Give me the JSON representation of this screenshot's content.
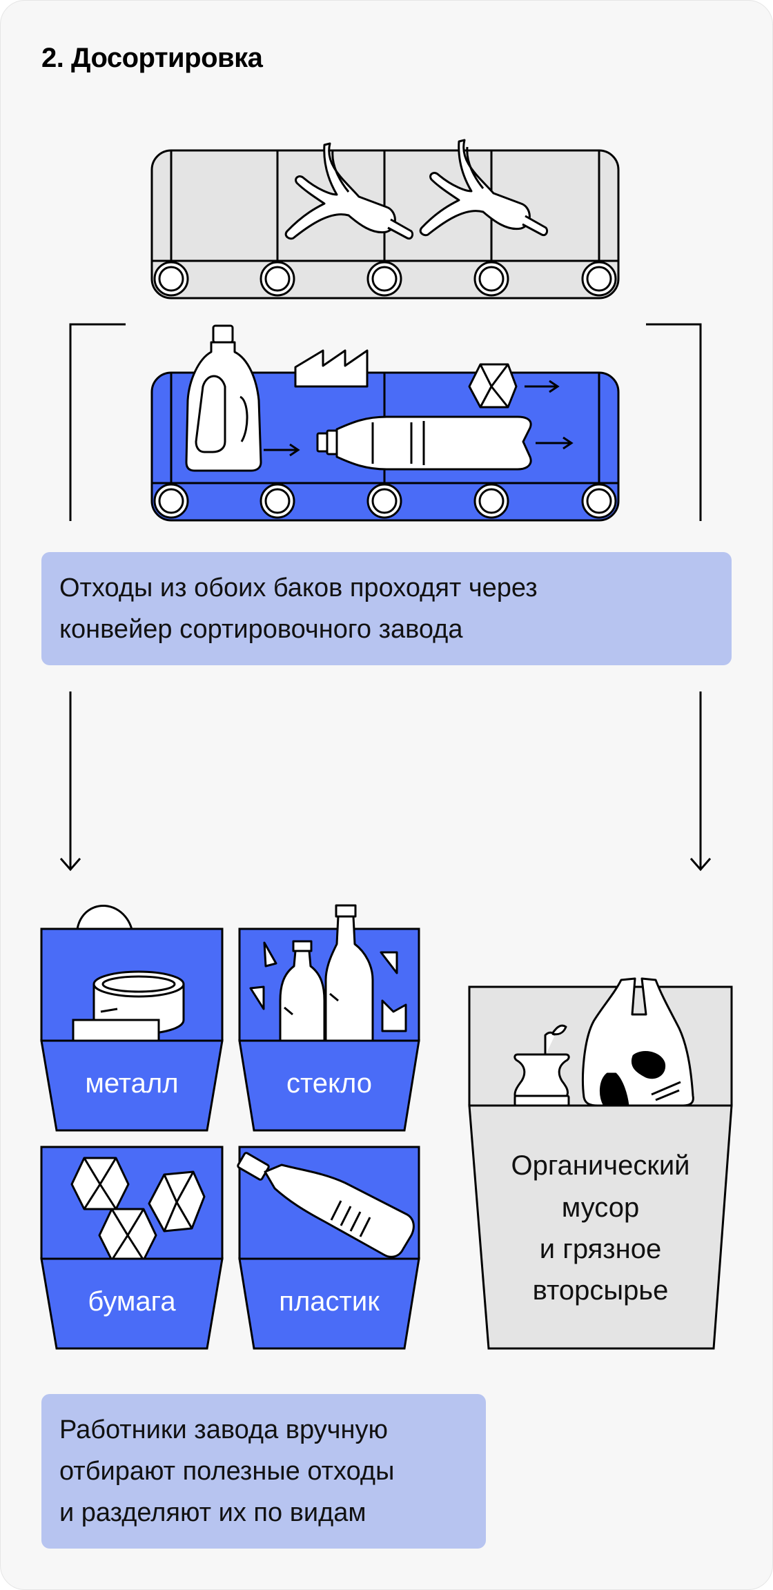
{
  "title": "2. Досортировка",
  "note_top": {
    "lines": [
      "Отходы из обоих баков проходят через",
      "конвейер сортировочного завода"
    ]
  },
  "bins": {
    "metal": "металл",
    "glass": "стекло",
    "paper": "бумага",
    "plastic": "пластик"
  },
  "organic_bin": {
    "lines": [
      "Органический",
      "мусор",
      "и грязное",
      "вторсырье"
    ]
  },
  "note_bottom": {
    "lines": [
      "Работники завода вручную",
      "отбирают полезные отходы",
      "и разделяют их по видам"
    ]
  },
  "colors": {
    "accent_blue": "#4a6cf7",
    "note_bg": "#b7c4f0",
    "gray_conveyor": "#e4e4e4",
    "card_bg": "#f7f7f7"
  },
  "icons": [
    "banana-peel-icon",
    "detergent-bottle-icon",
    "factory-roof-icon",
    "cube-icon",
    "plastic-bottle-icon",
    "tin-can-icon",
    "glass-bottle-icon",
    "paper-cube-icon",
    "apple-core-icon",
    "plastic-bag-icon",
    "arrow-icon"
  ]
}
